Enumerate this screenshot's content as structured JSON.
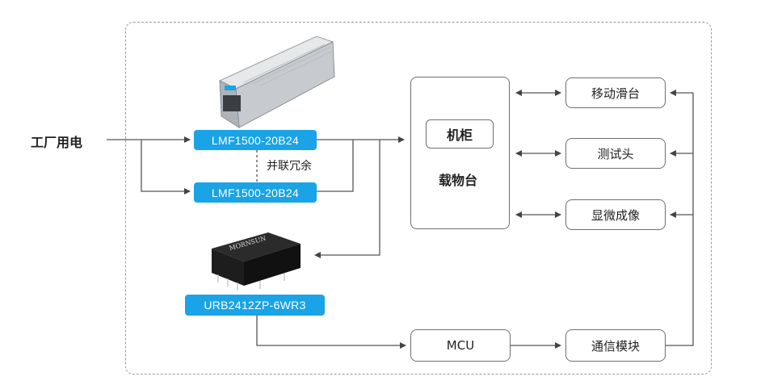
{
  "source": {
    "label": "工厂用电"
  },
  "psu": {
    "part_a": "LMF1500-20B24",
    "part_b": "LMF1500-20B24",
    "parallel_note": "并联冗余"
  },
  "converter": {
    "part": "URB2412ZP-6WR3",
    "brand": "MORNSUN"
  },
  "cabinet": {
    "inner_label": "机柜",
    "platform_label": "载物台"
  },
  "modules": {
    "slider": "移动滑台",
    "test_head": "测试头",
    "imaging": "显微成像",
    "mcu": "MCU",
    "comm": "通信模块"
  },
  "colors": {
    "accent_blue": "#1aa3e6",
    "line": "#555555",
    "dashed_frame": "#9a9a9a"
  }
}
